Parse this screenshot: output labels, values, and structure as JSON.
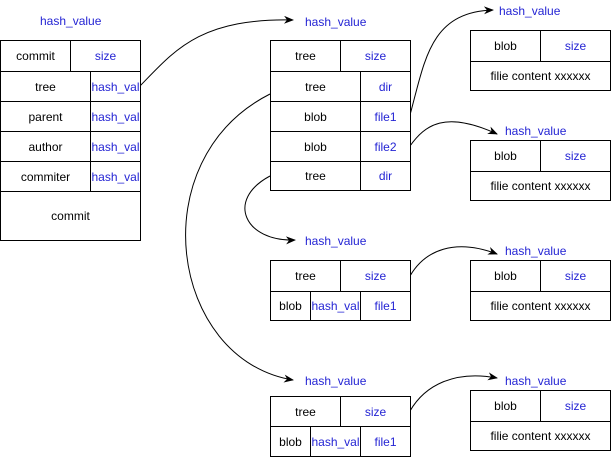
{
  "labels": {
    "commit_hash": "hash_value",
    "tree1_hash": "hash_value",
    "blob1_hash": "hash_value",
    "blob2_hash": "hash_value",
    "tree2_hash": "hash_value",
    "blob3_hash": "hash_value",
    "tree3_hash": "hash_value",
    "blob4_hash": "hash_value"
  },
  "commit": {
    "header": {
      "type": "commit",
      "size": "size"
    },
    "fields": [
      {
        "name": "tree",
        "value": "hash_val"
      },
      {
        "name": "parent",
        "value": "hash_val"
      },
      {
        "name": "author",
        "value": "hash_val"
      },
      {
        "name": "commiter",
        "value": "hash_val"
      }
    ],
    "message": "commit"
  },
  "tree1": {
    "header": {
      "type": "tree",
      "size": "size"
    },
    "entries": [
      {
        "type": "tree",
        "name": "dir"
      },
      {
        "type": "blob",
        "name": "file1"
      },
      {
        "type": "blob",
        "name": "file2"
      },
      {
        "type": "tree",
        "name": "dir"
      }
    ]
  },
  "tree2": {
    "header": {
      "type": "tree",
      "size": "size"
    },
    "entry": {
      "type": "blob",
      "hash": "hash_val",
      "name": "file1"
    }
  },
  "tree3": {
    "header": {
      "type": "tree",
      "size": "size"
    },
    "entry": {
      "type": "blob",
      "hash": "hash_val",
      "name": "file1"
    }
  },
  "blob1": {
    "header": {
      "type": "blob",
      "size": "size"
    },
    "content": "filie content xxxxxx"
  },
  "blob2": {
    "header": {
      "type": "blob",
      "size": "size"
    },
    "content": "filie content xxxxxx"
  },
  "blob3": {
    "header": {
      "type": "blob",
      "size": "size"
    },
    "content": "filie content xxxxxx"
  },
  "blob4": {
    "header": {
      "type": "blob",
      "size": "size"
    },
    "content": "filie content xxxxxx"
  }
}
